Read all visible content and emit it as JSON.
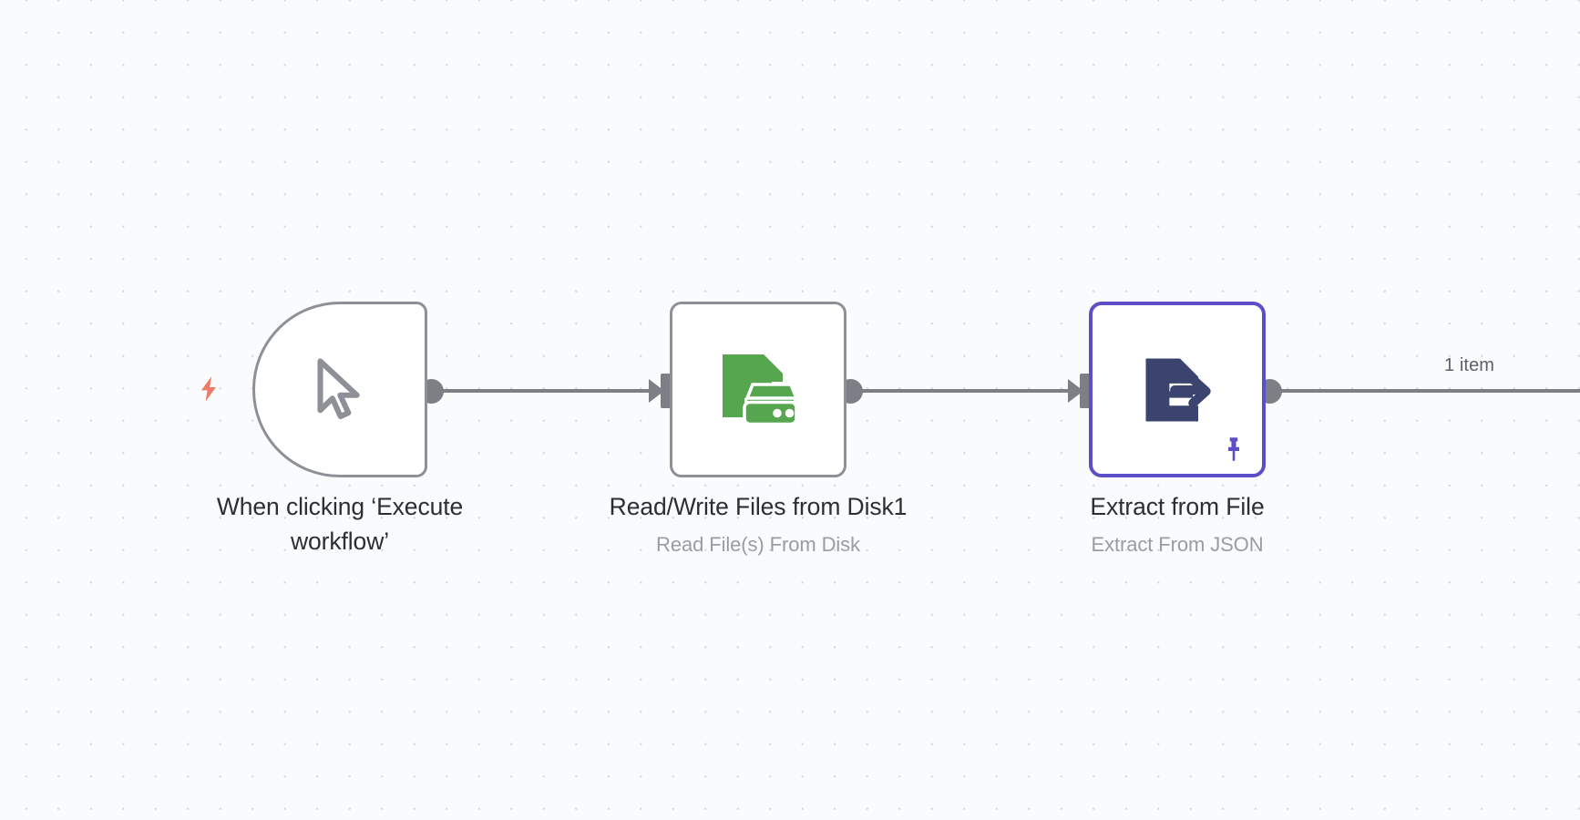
{
  "canvas": {
    "background_color": "#fafbfc",
    "grid_dot_color": "#d8d9e0"
  },
  "workflow": {
    "nodes": [
      {
        "id": "manual-trigger",
        "title": "When clicking ‘Execute workflow’",
        "subtitle": "",
        "icon": "mouse-pointer-icon",
        "icon_color": "#8d9096",
        "shape": "trigger",
        "selected": false,
        "pinned": false,
        "trigger_icon": "lightning-bolt-icon",
        "trigger_icon_color": "#f07a66"
      },
      {
        "id": "read-write-files-from-disk1",
        "title": "Read/Write Files from Disk1",
        "subtitle": "Read File(s) From Disk",
        "icon": "file-disk-drive-icon",
        "icon_color": "#55a64f",
        "shape": "square",
        "selected": false,
        "pinned": false
      },
      {
        "id": "extract-from-file",
        "title": "Extract from File",
        "subtitle": "Extract From JSON",
        "icon": "file-export-arrow-icon",
        "icon_color": "#3b446e",
        "shape": "square",
        "selected": true,
        "selection_border_color": "#5b4ec7",
        "selection_glow_color": "#e5e7f0",
        "pinned": true,
        "pin_icon": "pushpin-icon",
        "pin_color": "#5b4ec7"
      }
    ],
    "connections": [
      {
        "id": "conn-trigger-to-readwrite",
        "from": "manual-trigger",
        "to": "read-write-files-from-disk1",
        "label": ""
      },
      {
        "id": "conn-readwrite-to-extract",
        "from": "read-write-files-from-disk1",
        "to": "extract-from-file",
        "label": ""
      },
      {
        "id": "conn-extract-to-next",
        "from": "extract-from-file",
        "to": "",
        "label": "1 item"
      }
    ]
  }
}
